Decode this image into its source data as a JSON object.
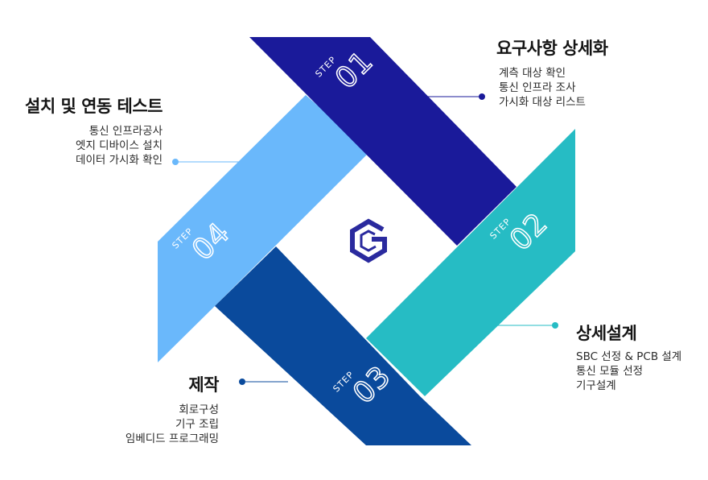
{
  "colors": {
    "step1": "#1a1a9a",
    "step2": "#26bcc4",
    "step3": "#0a4a9c",
    "step4": "#6ab8fb",
    "logo": "#2a2a9e",
    "text": "#141414"
  },
  "logo": {
    "icon": "hexagon-g-logo-icon"
  },
  "steps": [
    {
      "step_word": "STEP",
      "number": "01",
      "title": "요구사항 상세화",
      "items": [
        "계측 대상 확인",
        "통신 인프라 조사",
        "가시화 대상 리스트"
      ]
    },
    {
      "step_word": "STEP",
      "number": "02",
      "title": "상세설계",
      "items": [
        "SBC 선정 & PCB 설계",
        "통신 모듈 선정",
        "기구설계"
      ]
    },
    {
      "step_word": "STEP",
      "number": "03",
      "title": "제작",
      "items": [
        "회로구성",
        "기구 조립",
        "임베디드 프로그래밍"
      ]
    },
    {
      "step_word": "STEP",
      "number": "04",
      "title": "설치 및 연동 테스트",
      "items": [
        "통신 인프라공사",
        "엣지 디바이스 설치",
        "데이터 가시화 확인"
      ]
    }
  ]
}
